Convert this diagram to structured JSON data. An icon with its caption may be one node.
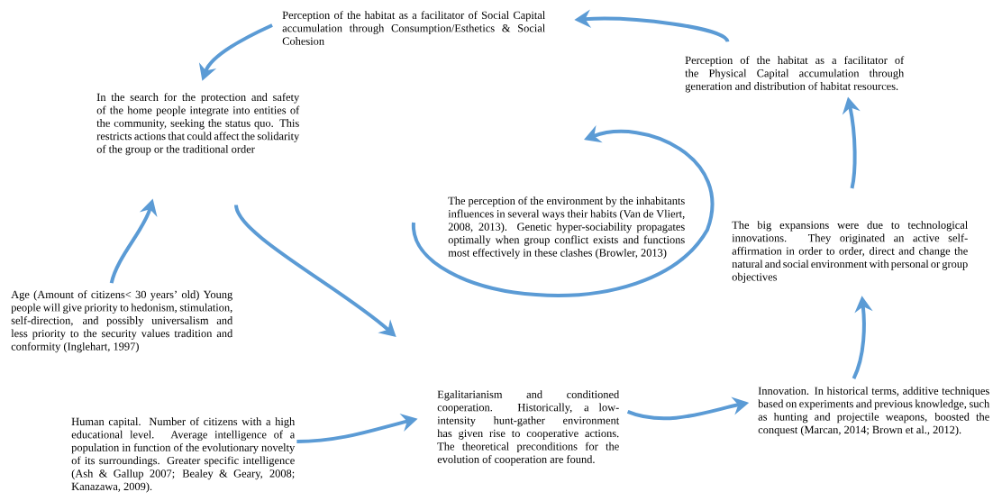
{
  "diagram": {
    "nodes": [
      {
        "text": [
          "Perception of the habitat as a facilitator of Social Capital accumulation through Consumption/Esthetics & Social Cohesion"
        ]
      },
      {
        "text": [
          "Perception of the habitat as a facilitator of the Physical Capital accumulation through generation and distribution of habitat resources."
        ]
      },
      {
        "text": [
          "In the search for the protection and safety of the home people integrate into entities of the community, seeking the status quo. This restricts actions that could affect the solidarity of the group or the traditional order"
        ]
      },
      {
        "text": [
          "The perception of the environment by the inhabitants influences in several ways their habits (Van de Vliert, 2008, 2013). Genetic hyper-sociability propagates optimally when group conflict exists and functions most effectively in these clashes (Browler, 2013)"
        ]
      },
      {
        "text": [
          "The big expansions were due to technological innovations. They originated an active self-affirmation in order to order, direct and change the natural and social environment with personal or group objectives"
        ]
      },
      {
        "text": [
          "Age (Amount of citizens< 30 years’ old) Young people will give priority to hedonism, stimulation, self-direction, and possibly universalism and less priority to the security values tradition and conformity (Inglehart, 1997)"
        ]
      },
      {
        "text": [
          "Human capital. Number of citizens with a high educational level. Average intelligence of a population in function of the evolutionary novelty of its surroundings. Greater specific intelligence (Ash & Gallup 2007; Bealey & Geary, 2008; Kanazawa, 2009)."
        ]
      },
      {
        "text": [
          "Egalitarianism and conditioned cooperation. Historically, a low-intensity hunt-gather environment has given rise to cooperative actions. The theoretical preconditions for the evolution of cooperation are found."
        ]
      },
      {
        "text": [
          "Innovation. In historical terms, additive techniques based on experiments and previous knowledge, such as hunting and projectile weapons, boosted the conquest (Marcan, 2014; Brown et al., 2012)."
        ]
      }
    ],
    "edges": [
      {
        "from": 1,
        "to": 0,
        "arrow": "to"
      },
      {
        "from": 0,
        "to": 2,
        "arrow": "to"
      },
      {
        "from": 5,
        "to": 2,
        "arrow": "to"
      },
      {
        "from": 2,
        "to": 7,
        "arrow": "to"
      },
      {
        "from": 6,
        "to": 7,
        "arrow": "to"
      },
      {
        "from": 7,
        "to": 8,
        "arrow": "to"
      },
      {
        "from": 8,
        "to": 4,
        "arrow": "to"
      },
      {
        "from": 4,
        "to": 1,
        "arrow": "to"
      }
    ]
  }
}
